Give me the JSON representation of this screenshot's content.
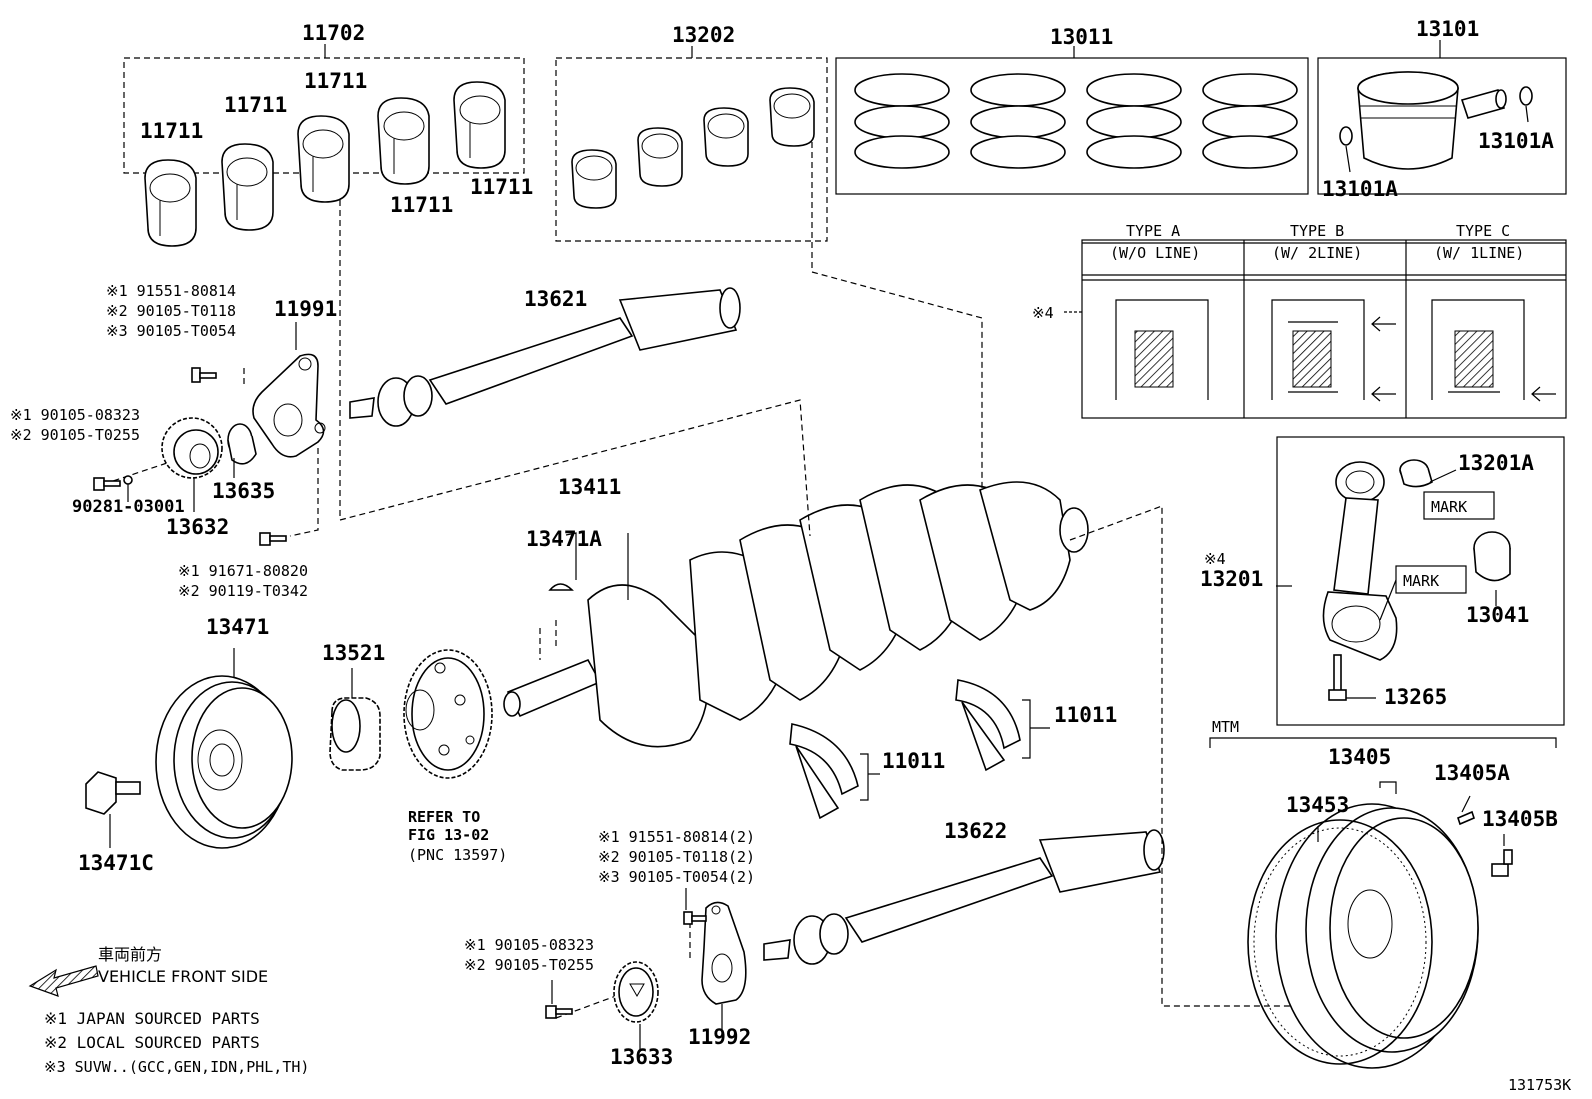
{
  "parts": {
    "p11702": "11702",
    "p11711a": "11711",
    "p11711b": "11711",
    "p11711c": "11711",
    "p11711d": "11711",
    "p11711e": "11711",
    "p13202": "13202",
    "p13011": "13011",
    "p13101": "13101",
    "p13101A_r": "13101A",
    "p13101A_l": "13101A",
    "p13621": "13621",
    "p11991": "11991",
    "p13635": "13635",
    "p13632": "13632",
    "p90281": "90281-03001",
    "p13411": "13411",
    "p13471A": "13471A",
    "p13471": "13471",
    "p13521": "13521",
    "p13471C": "13471C",
    "p11011a": "11011",
    "p11011b": "11011",
    "p13622": "13622",
    "p13633": "13633",
    "p11992": "11992",
    "p13201A": "13201A",
    "p13201": "13201",
    "p13041": "13041",
    "p13265": "13265",
    "p13405": "13405",
    "p13453": "13453",
    "p13405A": "13405A",
    "p13405B": "13405B"
  },
  "bolts": {
    "a1": "※1 91551-80814",
    "a2": "※2 90105-T0118",
    "a3": "※3 90105-T0054",
    "b1": "※1 90105-08323",
    "b2": "※2 90105-T0255",
    "c1": "※1 91671-80820",
    "c2": "※2 90119-T0342",
    "d1": "※1 91551-80814(2)",
    "d2": "※2 90105-T0118(2)",
    "d3": "※3 90105-T0054(2)",
    "e1": "※1 90105-08323",
    "e2": "※2 90105-T0255"
  },
  "refer": {
    "l1": "REFER TO",
    "l2": "FIG 13-02",
    "l3": "(PNC 13597)"
  },
  "types": {
    "mark4": "※4",
    "a_name": "TYPE A",
    "a_desc": "(W/O LINE)",
    "b_name": "TYPE B",
    "b_desc": "(W/ 2LINE)",
    "c_name": "TYPE C",
    "c_desc": "(W/ 1LINE)"
  },
  "rod": {
    "mark4": "※4",
    "mark_top": "MARK",
    "mark_mid": "MARK"
  },
  "mtm": "MTM",
  "front": {
    "jp": "車両前方",
    "en": "VEHICLE FRONT SIDE"
  },
  "notes": {
    "n1": "※1 JAPAN SOURCED PARTS",
    "n2": "※2 LOCAL SOURCED PARTS",
    "n3": "※3 SUVW..(GCC,GEN,IDN,PHL,TH)"
  },
  "figure_id": "131753K"
}
